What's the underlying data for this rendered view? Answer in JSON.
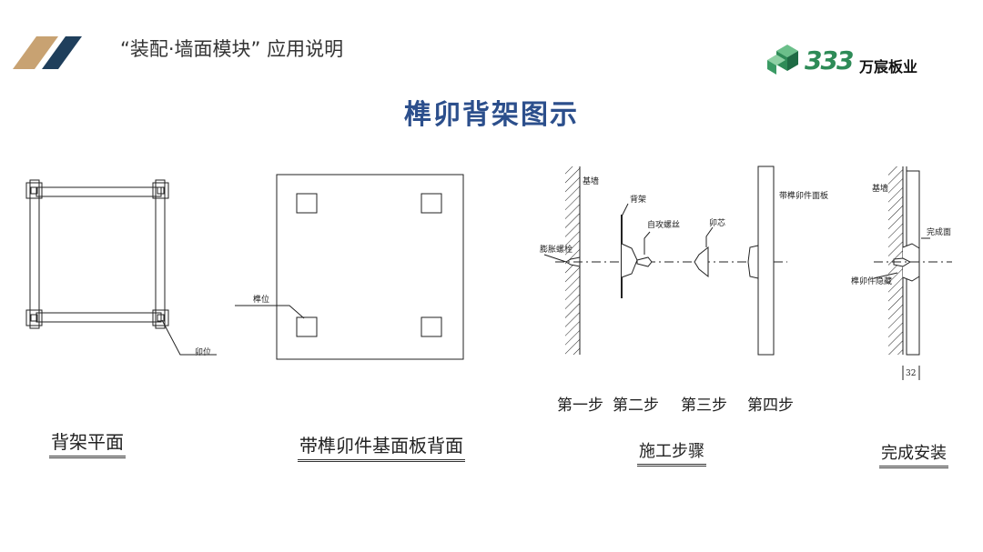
{
  "header": {
    "title": "“装配·墙面模块”  应用说明"
  },
  "brand": {
    "number": "333",
    "name": "万宸板业"
  },
  "main_title": "榫卯背架图示",
  "panels": {
    "frame_plan": {
      "caption": "背架平面",
      "label_mortise": "卯位"
    },
    "base_panel_back": {
      "caption": "带榫卯件基面板背面",
      "label_tenon": "榫位"
    },
    "construction_steps": {
      "caption": "施工步骤",
      "labels": {
        "base_wall": "基墙",
        "back_frame": "背架",
        "self_tapping_screw": "自攻螺丝",
        "expansion_bolt": "膨胀螺栓",
        "tenon": "卯芯",
        "panel_with_joinery": "带榫卯件面板"
      },
      "steps": [
        "第一步",
        "第二步",
        "第三步",
        "第四步"
      ]
    },
    "finished_install": {
      "caption": "完成安装",
      "labels": {
        "base_wall": "基墙",
        "finished_face": "完成面",
        "hidden_joinery": "榫卯件隐藏",
        "dimension": "32"
      }
    }
  },
  "colors": {
    "title_blue": "#2c4f8c",
    "logo_tan": "#c8a272",
    "logo_navy": "#1f3f5c",
    "brand_green": "#2e8b57"
  }
}
